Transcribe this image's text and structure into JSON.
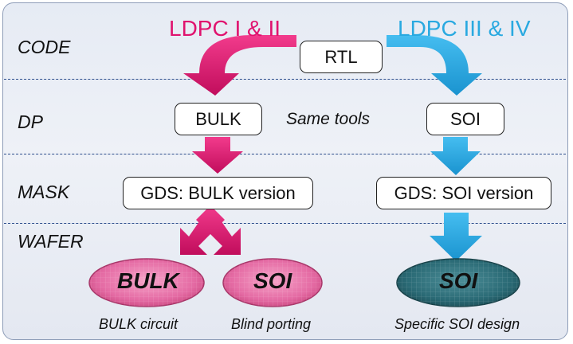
{
  "headers": {
    "left": "LDPC I & II",
    "right": "LDPC III & IV"
  },
  "rows": {
    "code": "CODE",
    "dp": "DP",
    "mask": "MASK",
    "wafer": "WAFER"
  },
  "boxes": {
    "rtl": "RTL",
    "bulk": "BULK",
    "soi": "SOI",
    "gds_bulk": "GDS: BULK version",
    "gds_soi": "GDS: SOI version"
  },
  "same_tools": "Same tools",
  "wafers": {
    "bulk": {
      "text": "BULK",
      "caption": "BULK circuit"
    },
    "soi_blind": {
      "text": "SOI",
      "caption": "Blind porting"
    },
    "soi_specific": {
      "text": "SOI",
      "caption": "Specific SOI design"
    }
  },
  "colors": {
    "magenta": "#e0126e",
    "cyan": "#29a9e0",
    "divider": "#2c4d8c"
  },
  "icons": [
    "curved-arrow",
    "down-arrow",
    "diagonal-arrow",
    "wafer-ellipse"
  ]
}
